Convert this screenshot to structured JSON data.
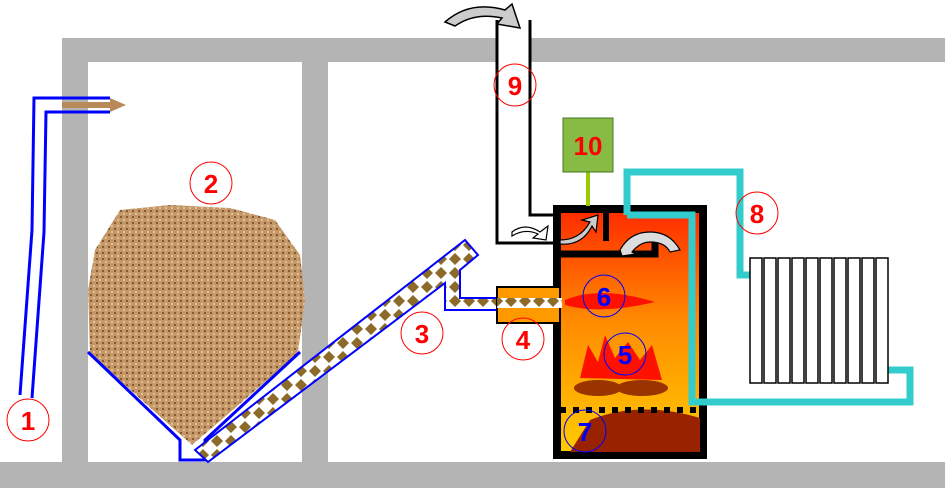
{
  "title": "Pellet heating system diagram",
  "labels": {
    "l1": "1",
    "l2": "2",
    "l3": "3",
    "l4": "4",
    "l5": "5",
    "l6": "6",
    "l7": "7",
    "l8": "8",
    "l9": "9",
    "l10": "10"
  },
  "colors": {
    "wall": "#b4b4b4",
    "pellets": "#b88a5a",
    "auger_outline": "#0000ff",
    "boiler_frame": "#000000",
    "fire_top": "#ff2a00",
    "fire_bottom": "#ffcc00",
    "burner_tube": "#ff9900",
    "controller": "#88bb44",
    "water_pipe": "#33cccc",
    "label_red": "#ff0000",
    "label_blue": "#0000ff"
  }
}
